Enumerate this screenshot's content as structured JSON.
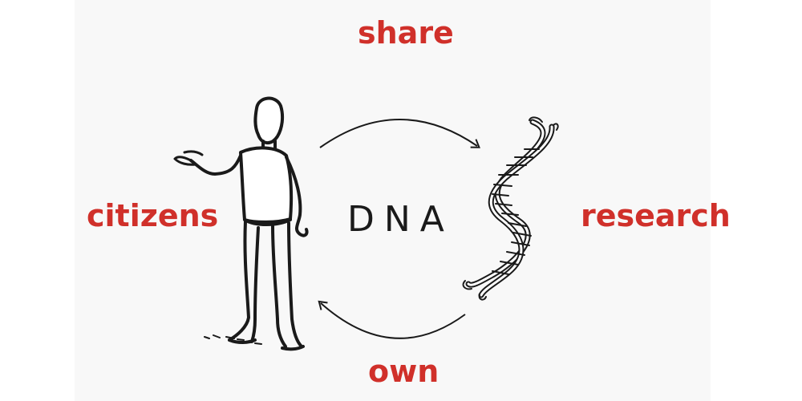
{
  "labels": {
    "share": "share",
    "citizens": "citizens",
    "research": "research",
    "own": "own",
    "center": "DNA"
  },
  "colors": {
    "accent": "#d0302a",
    "ink": "#1a1a1a",
    "panel": "#f8f8f8"
  },
  "icons": {
    "person": "person-shrugging-icon",
    "helix": "dna-double-helix-icon"
  }
}
